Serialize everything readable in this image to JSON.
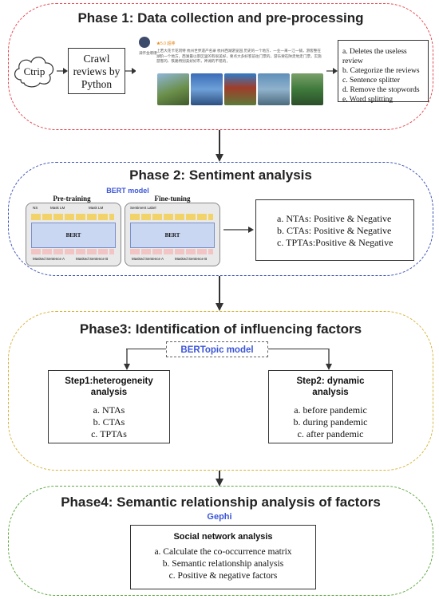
{
  "phase1": {
    "title": "Phase 1: Data collection and pre-processing",
    "source": "Ctrip",
    "crawl": "Crawl reviews by Python",
    "review_user": "满怀金爆爆",
    "review_rating": "5.0 超棒",
    "review_text": "上若大花卡花冈特 杭州世界遗产名录 杭州西湖游览园 历史的一个地方、一业一来一江一铺，游客整在湖阶一个地方，西湖最以景区里的有很美好，要点大多好客前往门票的，游乐要在陕走地走门票，实施 游客的、铁路特别美好好市，神湖的不错的，",
    "steps": [
      "a. Deletes the useless review",
      "b. Categorize the reviews",
      "c. Sentence splitter",
      "d. Remove the stopwords",
      "e. Word splitting"
    ],
    "colors": {
      "border": "#e8454e"
    }
  },
  "phase2": {
    "title": "Phase 2: Sentiment  analysis",
    "model": "BERT model",
    "pretraining": {
      "title": "Pre-training",
      "labels": [
        "NS",
        "Mask LM",
        "Mask LM"
      ],
      "core": "BERT",
      "sent_a": "Masked Sentence A",
      "sent_b": "Masked Sentence B"
    },
    "finetuning": {
      "title": "Fine-tuning",
      "labels": [
        "Sentiment Label"
      ],
      "core": "BERT",
      "sent_a": "Masked Sentence A",
      "sent_b": "Masked Sentence B"
    },
    "results": [
      "a. NTAs: Positive & Negative",
      "b. CTAs: Positive & Negative",
      "c. TPTAs:Positive & Negative"
    ],
    "colors": {
      "border": "#3b52b8"
    }
  },
  "phase3": {
    "title": "Phase3: Identification of influencing factors",
    "model": "BERTopic model",
    "step1": {
      "title": "Step1:heterogeneity analysis",
      "items": [
        "a. NTAs",
        "b. CTAs",
        "c. TPTAs"
      ]
    },
    "step2": {
      "title": "Step2: dynamic analysis",
      "items": [
        "a. before pandemic",
        "b. during pandemic",
        "c. after pandemic"
      ]
    },
    "colors": {
      "border": "#d6b43c"
    }
  },
  "phase4": {
    "title": "Phase4:  Semantic relationship analysis of factors",
    "tool": "Gephi",
    "box_title": "Social network analysis",
    "items": [
      "a. Calculate the co-occurrence matrix",
      "b. Semantic relationship analysis",
      "c. Positive & negative factors"
    ],
    "colors": {
      "border": "#5aa83c"
    }
  }
}
